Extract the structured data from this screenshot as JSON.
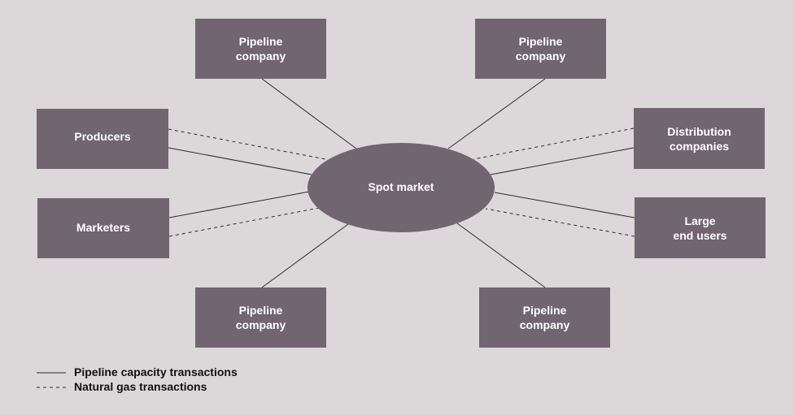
{
  "nodes": {
    "spot_market": "Spot market",
    "pipeline_top_left": [
      "Pipeline",
      "company"
    ],
    "pipeline_top_right": [
      "Pipeline",
      "company"
    ],
    "producers": "Producers",
    "distribution": [
      "Distribution",
      "companies"
    ],
    "marketers": "Marketers",
    "large_end_users": [
      "Large",
      "end users"
    ],
    "pipeline_bottom_left": [
      "Pipeline",
      "company"
    ],
    "pipeline_bottom_right": [
      "Pipeline",
      "company"
    ]
  },
  "legend": {
    "solid_label": "Pipeline capacity transactions",
    "dashed_label": "Natural gas transactions"
  },
  "colors": {
    "background": "#dcd7d9",
    "node_fill": "#716570",
    "node_text": "#ffffff",
    "line": "#2b2b2b"
  }
}
